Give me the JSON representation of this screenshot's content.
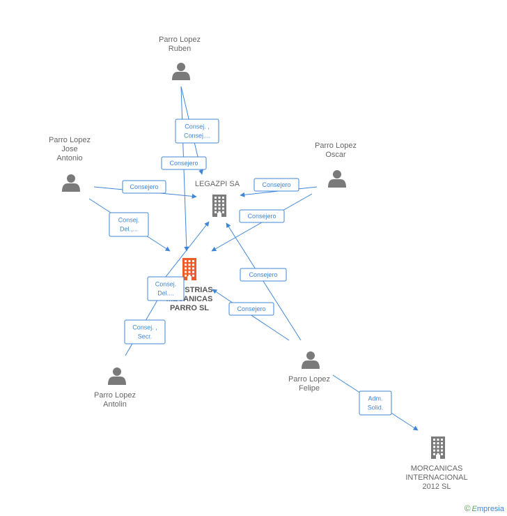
{
  "colors": {
    "edge": "#3f87d6",
    "person": "#7a7a7a",
    "company": "#7a7a7a",
    "main_company": "#f05a28"
  },
  "nodes": [
    {
      "id": "ruben",
      "type": "person",
      "lines": [
        "Parro Lopez",
        "Ruben"
      ]
    },
    {
      "id": "jose",
      "type": "person",
      "lines": [
        "Parro Lopez",
        "Jose",
        "Antonio"
      ]
    },
    {
      "id": "oscar",
      "type": "person",
      "lines": [
        "Parro Lopez",
        "Oscar"
      ]
    },
    {
      "id": "legazpi",
      "type": "company",
      "lines": [
        "LEGAZPI SA"
      ]
    },
    {
      "id": "main",
      "type": "main_company",
      "lines": [
        "INDUSTRIAS",
        "MECANICAS",
        "PARRO SL"
      ]
    },
    {
      "id": "antolin",
      "type": "person",
      "lines": [
        "Parro Lopez",
        "Antolin"
      ]
    },
    {
      "id": "felipe",
      "type": "person",
      "lines": [
        "Parro Lopez",
        "Felipe"
      ]
    },
    {
      "id": "morcanicas",
      "type": "company",
      "lines": [
        "MORCANICAS",
        "INTERNACIONAL",
        "2012 SL"
      ]
    }
  ],
  "edges": [
    {
      "from": "ruben",
      "to": "legazpi",
      "lines": [
        "Consej. ,",
        "Consej...."
      ]
    },
    {
      "from": "ruben",
      "to": "main",
      "lines": [
        "Consejero"
      ]
    },
    {
      "from": "jose",
      "to": "legazpi",
      "lines": [
        "Consejero"
      ]
    },
    {
      "from": "jose",
      "to": "main",
      "lines": [
        "Consej.",
        "Del.,..."
      ]
    },
    {
      "from": "oscar",
      "to": "legazpi",
      "lines": [
        "Consejero"
      ]
    },
    {
      "from": "oscar",
      "to": "main",
      "lines": [
        "Consejero"
      ]
    },
    {
      "from": "felipe",
      "to": "legazpi",
      "lines": [
        "Consejero"
      ]
    },
    {
      "from": "felipe",
      "to": "main",
      "lines": [
        "Consejero"
      ]
    },
    {
      "from": "antolin",
      "to": "legazpi",
      "lines": [
        "Consej.",
        "Del...."
      ]
    },
    {
      "from": "antolin",
      "to": "main",
      "lines": [
        "Consej. ,",
        "Secr."
      ]
    },
    {
      "from": "felipe",
      "to": "morcanicas",
      "lines": [
        "Adm.",
        "Solid."
      ]
    }
  ],
  "footer": {
    "copyright": "©",
    "brand_initial": "E",
    "brand_rest": "mpresia"
  }
}
